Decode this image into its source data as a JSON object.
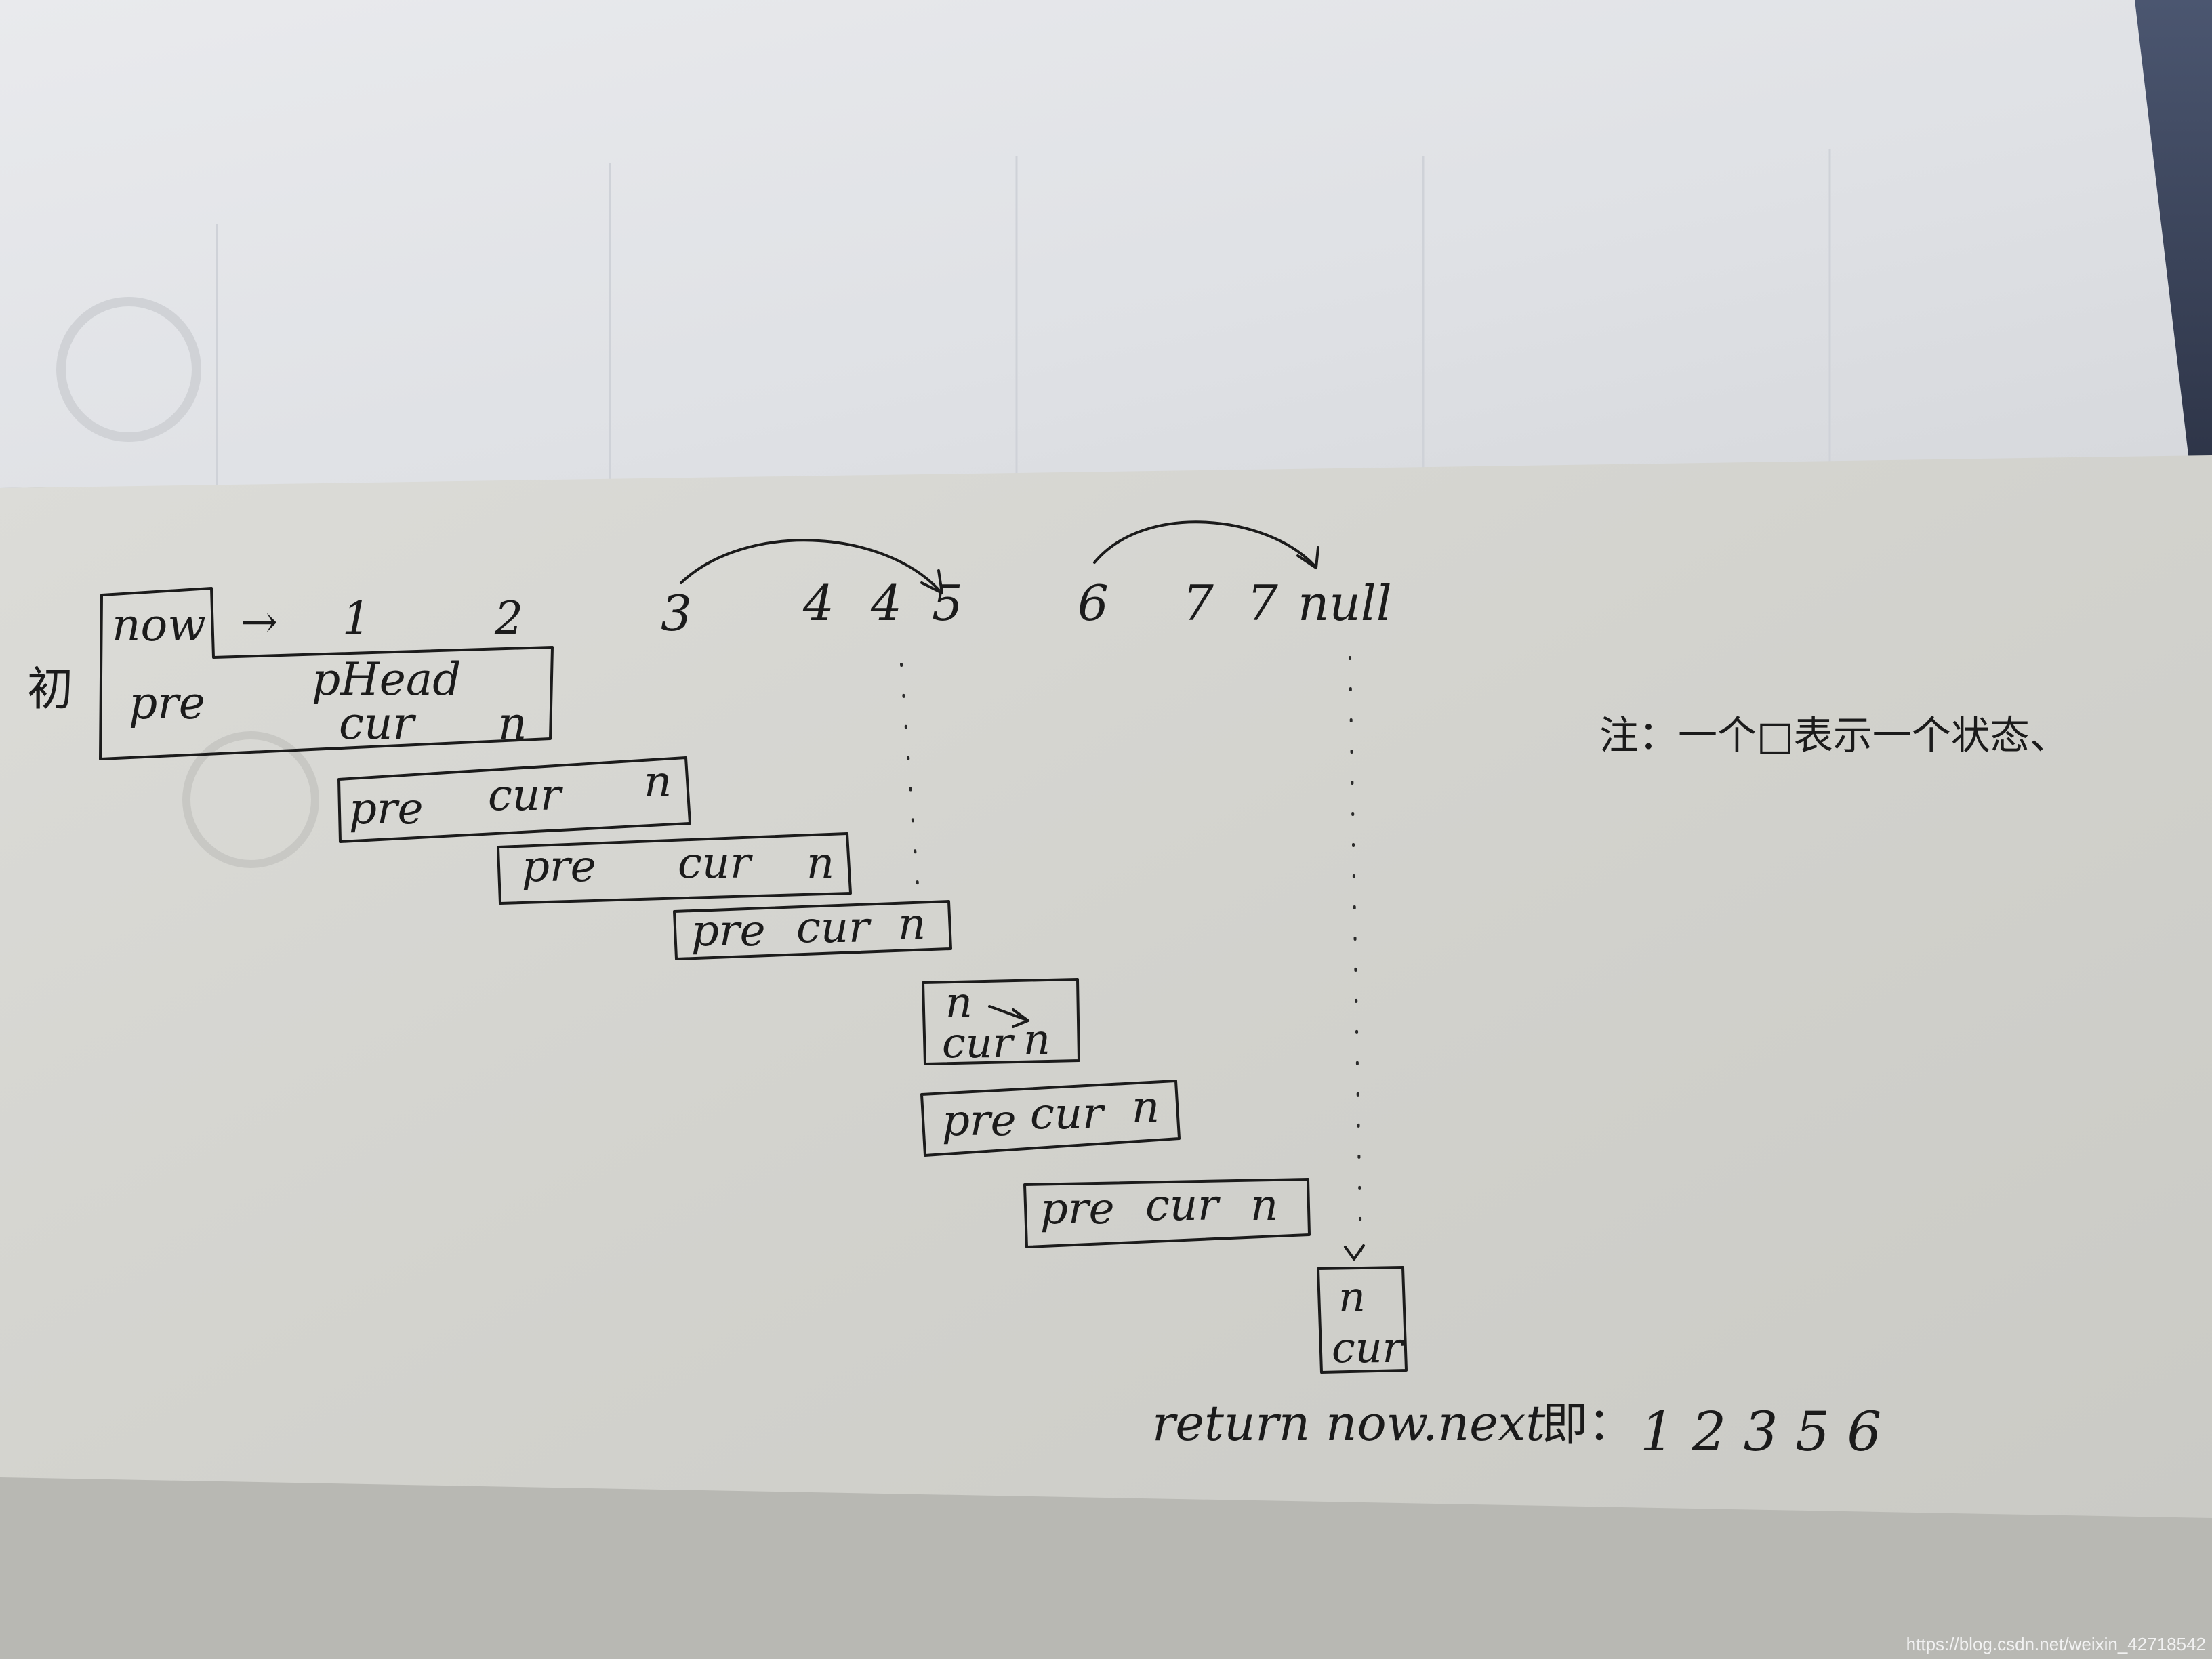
{
  "sequence_labels": [
    "3",
    "4",
    "4",
    "5",
    "6",
    "7",
    "7",
    "null"
  ],
  "init_label": "初",
  "state0": {
    "now": "now",
    "arrow": "→",
    "n1": "1",
    "n2": "2",
    "pre": "pre",
    "phead": "pHead",
    "cur": "cur",
    "n": "n"
  },
  "state1": {
    "pre": "pre",
    "cur": "cur",
    "n": "n"
  },
  "state2": {
    "pre": "pre",
    "cur": "cur",
    "n": "n"
  },
  "state3": {
    "pre": "pre",
    "cur": "cur",
    "n": "n"
  },
  "state4": {
    "n_top": "n",
    "cur": "cur",
    "n": "n"
  },
  "state5": {
    "pre": "pre",
    "cur": "cur",
    "n": "n"
  },
  "state6": {
    "pre": "pre",
    "cur": "cur",
    "n": "n"
  },
  "state7": {
    "n": "n",
    "cur": "cur"
  },
  "note": "注：一个□表示一个状态、",
  "result": {
    "text": "return now.next",
    "ji": "即：",
    "values": "1 2 3 5 6"
  },
  "watermark": "https://blog.csdn.net/weixin_42718542"
}
